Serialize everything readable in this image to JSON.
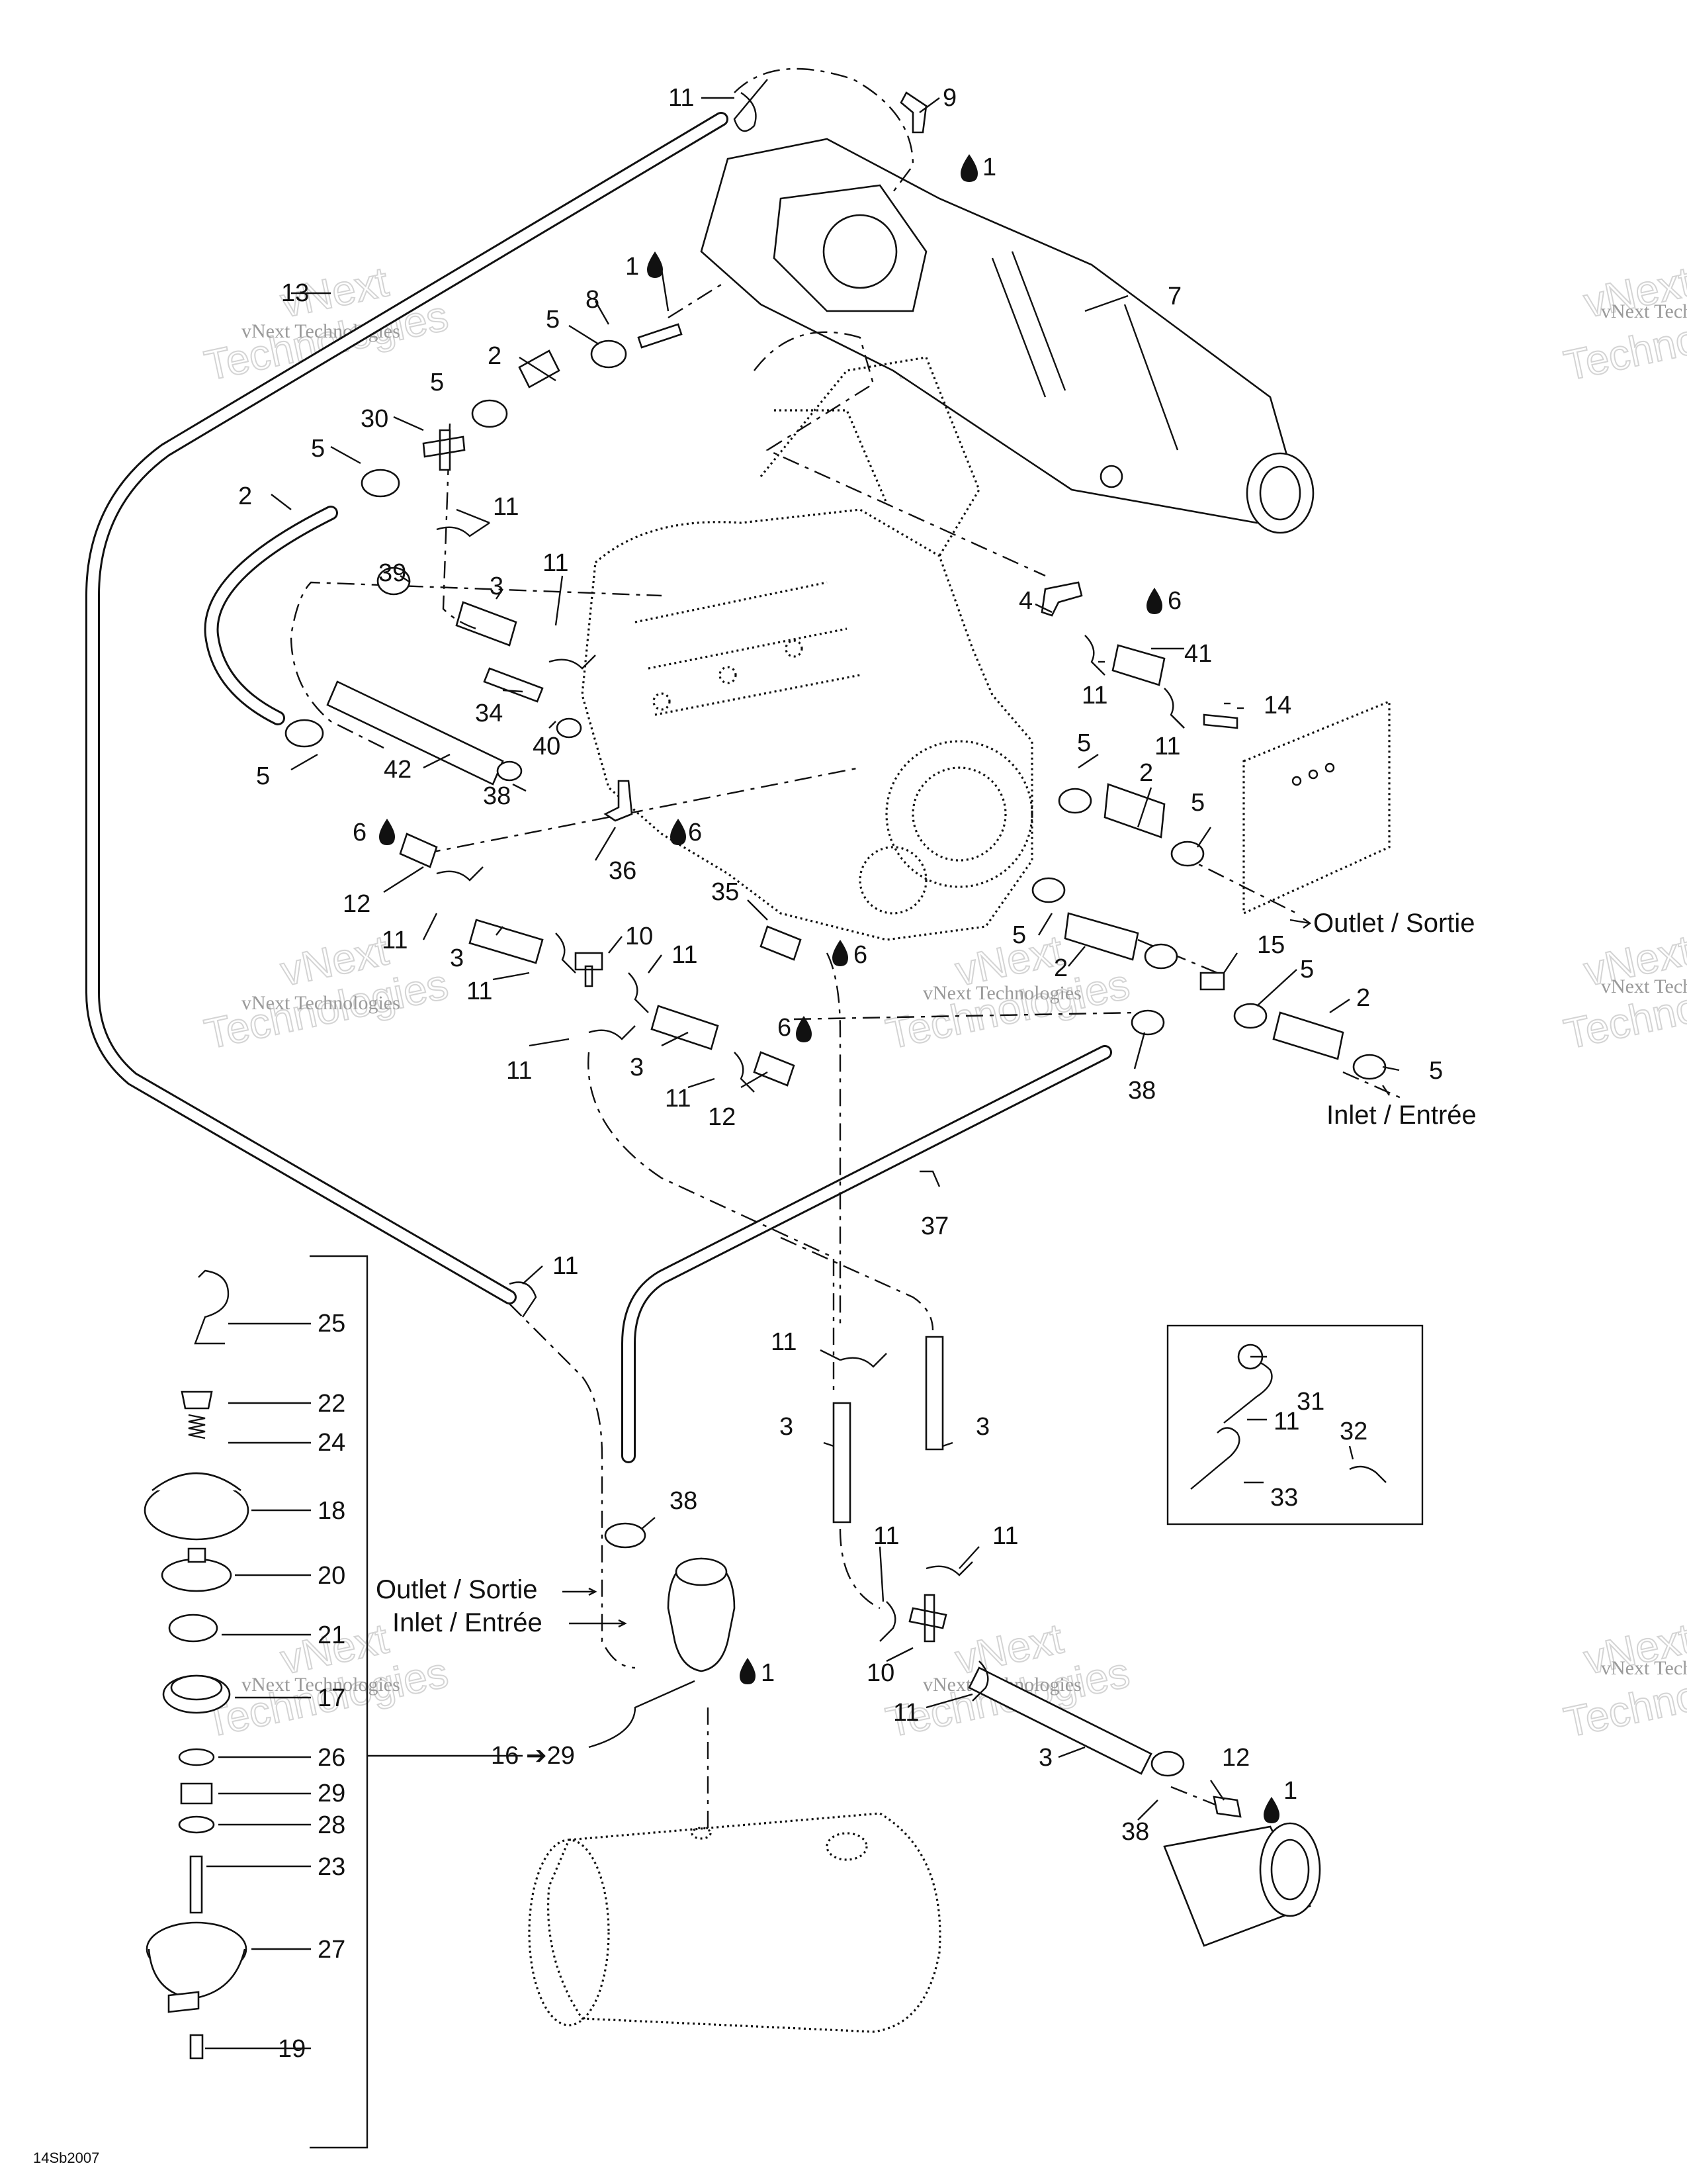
{
  "diagram": {
    "reference_code": "14Sb2007",
    "watermark": {
      "line1": "vNext Technologies",
      "line2": "vNext",
      "line3": "Technologies"
    },
    "flow_labels": {
      "outlet_top": "Outlet / Sortie",
      "inlet_right": "Inlet / Entrée",
      "outlet_left": "Outlet / Sortie",
      "inlet_left": "Inlet / Entrée"
    },
    "range_callout": "16 ➔29",
    "callouts": {
      "c11a": "11",
      "c9": "9",
      "c1a": "1",
      "c13": "13",
      "c1b": "1",
      "c8": "8",
      "c5a": "5",
      "c7": "7",
      "c2a": "2",
      "c5b": "5",
      "c30": "30",
      "c5c": "5",
      "c2b": "2",
      "c11b": "11",
      "c39": "39",
      "c3a": "3",
      "c11c": "11",
      "c4": "4",
      "c6a": "6",
      "c41": "41",
      "c11d": "11",
      "c14": "14",
      "c11e": "11",
      "c34": "34",
      "c40": "40",
      "c5d": "5",
      "c42": "42",
      "c38a": "38",
      "c5e": "5",
      "c2c": "2",
      "c5f": "5",
      "c6b": "6",
      "c6c": "6",
      "c36": "36",
      "c12a": "12",
      "c11f": "11",
      "c3b": "3",
      "c10a": "10",
      "c11g": "11",
      "c35": "35",
      "c6d": "6",
      "c5g": "5",
      "c2d": "2",
      "c15": "15",
      "c5h": "5",
      "c2e": "2",
      "c5i": "5",
      "c11h": "11",
      "c11i": "11",
      "c3c": "3",
      "c6e": "6",
      "c11j": "11",
      "c12b": "12",
      "c38b": "38",
      "c37": "37",
      "c11k": "11",
      "c25": "25",
      "c22": "22",
      "c24": "24",
      "c18": "18",
      "c20": "20",
      "c21": "21",
      "c17": "17",
      "c26": "26",
      "c29": "29",
      "c28": "28",
      "c23": "23",
      "c27": "27",
      "c19": "19",
      "c11l": "11",
      "c3d": "3",
      "c3e": "3",
      "c38c": "38",
      "c11m": "11",
      "c11n": "11",
      "c1c": "1",
      "c10b": "10",
      "c11o": "11",
      "c3f": "3",
      "c12c": "12",
      "c1d": "1",
      "c38d": "38",
      "c31": "31",
      "c11p": "11",
      "c32": "32",
      "c33": "33"
    }
  }
}
